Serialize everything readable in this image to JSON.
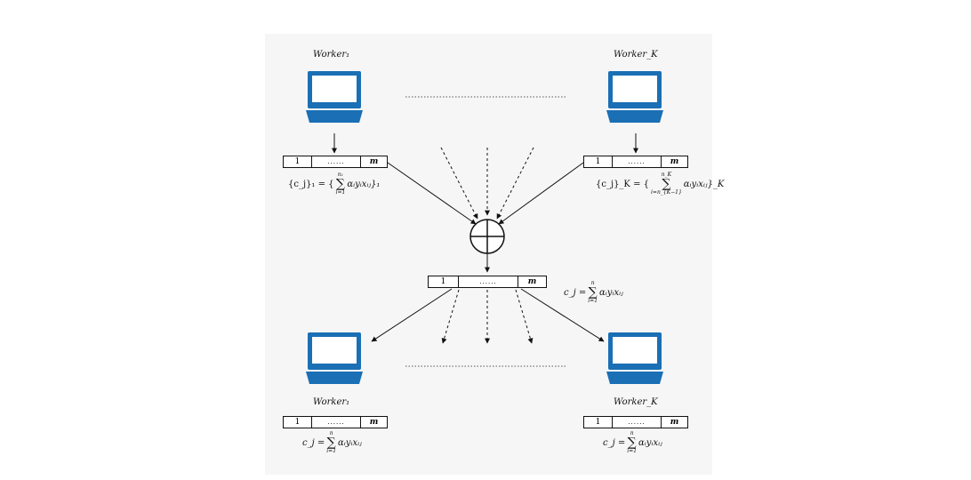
{
  "workers": {
    "top_left_label": "Worker₁",
    "top_right_label": "Worker_K",
    "bottom_left_label": "Worker₁",
    "bottom_right_label": "Worker_K"
  },
  "vector": {
    "first": "1",
    "middle": "......",
    "last": "m"
  },
  "equations": {
    "top_left": {
      "lhs": "{c_j}₁ = {",
      "upper": "n₁",
      "lower": "i=1",
      "body": "αᵢyᵢxᵢⱼ}₁"
    },
    "top_right": {
      "lhs": "{c_j}_K = {",
      "upper": "n_K",
      "lower": "i=n_{K−1}",
      "body": "αᵢyᵢxᵢⱼ}_K"
    },
    "center": {
      "lhs": "c_j =",
      "upper": "n",
      "lower": "i=1",
      "body": "αᵢyᵢxᵢⱼ"
    },
    "bottom_left": {
      "lhs": "c_j =",
      "upper": "n",
      "lower": "i=1",
      "body": "αᵢyᵢxᵢⱼ"
    },
    "bottom_right": {
      "lhs": "c_j =",
      "upper": "n",
      "lower": "i=1",
      "body": "αᵢyᵢxᵢⱼ"
    }
  },
  "colors": {
    "computer": "#1a6fb5",
    "line": "#111111",
    "panel": "#f6f6f6"
  },
  "icons": {
    "computer": "computer-icon",
    "aggregator": "circled-plus-icon"
  }
}
